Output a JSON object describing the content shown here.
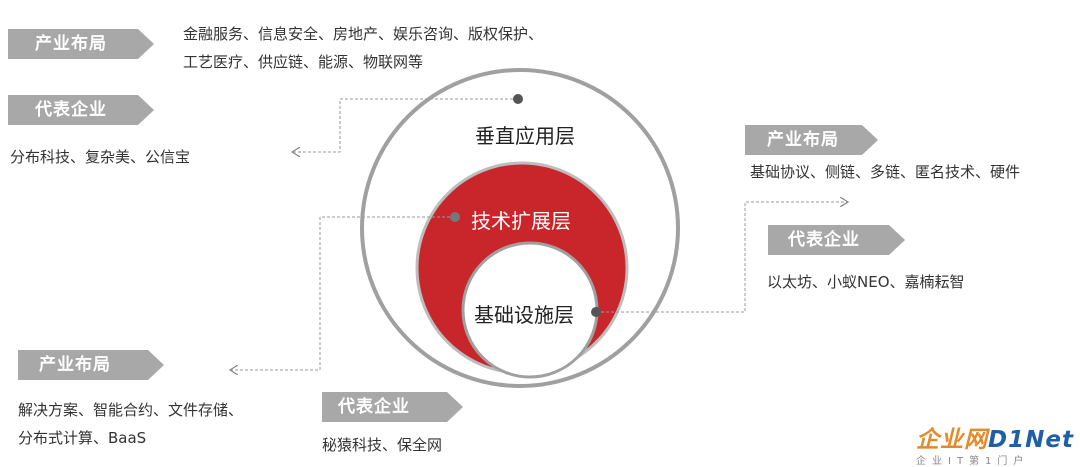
{
  "colors": {
    "tag_bg": "#a8a8a8",
    "accent_red": "#c9262b",
    "ring_gray": "#a0a0a0",
    "dot": "#555555"
  },
  "layers": {
    "vertical": "垂直应用层",
    "extension": "技术扩展层",
    "infrastructure": "基础设施层"
  },
  "top_left": {
    "industry_tag": "产业布局",
    "industry_line1": "金融服务、信息安全、房地产、娱乐咨询、版权保护、",
    "industry_line2": "工艺医疗、供应链、能源、物联网等",
    "company_tag": "代表企业",
    "company_text": "分布科技、复杂美、公信宝"
  },
  "right": {
    "industry_tag": "产业布局",
    "industry_text": "基础协议、侧链、多链、匿名技术、硬件",
    "company_tag": "代表企业",
    "company_text": "以太坊、小蚁NEO、嘉楠耘智"
  },
  "bottom_left": {
    "industry_tag": "产业布局",
    "industry_line1": "解决方案、智能合约、文件存储、",
    "industry_line2": "分布式计算、BaaS",
    "company_tag": "代表企业",
    "company_text": "秘猿科技、保全网"
  },
  "logo": {
    "main": "企业网",
    "net": "D1Net",
    "sub": "企业IT第1门户"
  }
}
